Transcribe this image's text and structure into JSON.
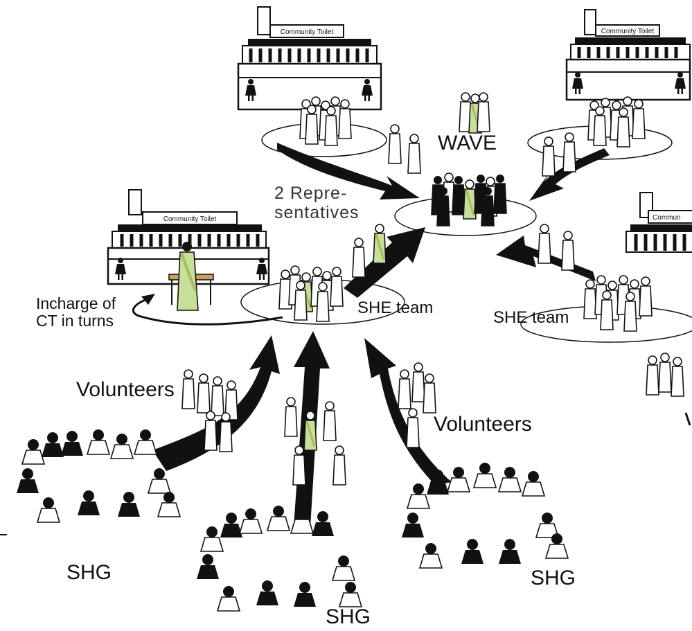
{
  "toilet_sign": "Community Toilet",
  "labels": {
    "wave": "WAVE",
    "representatives_line1": "2 Repre-",
    "representatives_line2": "sentatives",
    "she_team_left": "SHE team",
    "she_team_right": "SHE team",
    "incharge_line1": "Incharge of",
    "incharge_line2": "CT in turns",
    "volunteers_left": "Volunteers",
    "volunteers_right": "Volunteers",
    "shg_left": "SHG",
    "shg_center": "SHG",
    "shg_right": "SHG"
  },
  "colors": {
    "ink": "#111111",
    "accent_green": "#c6df9a",
    "saree_olive": "#a8ba5a",
    "disc_fill": "#ffffff"
  }
}
